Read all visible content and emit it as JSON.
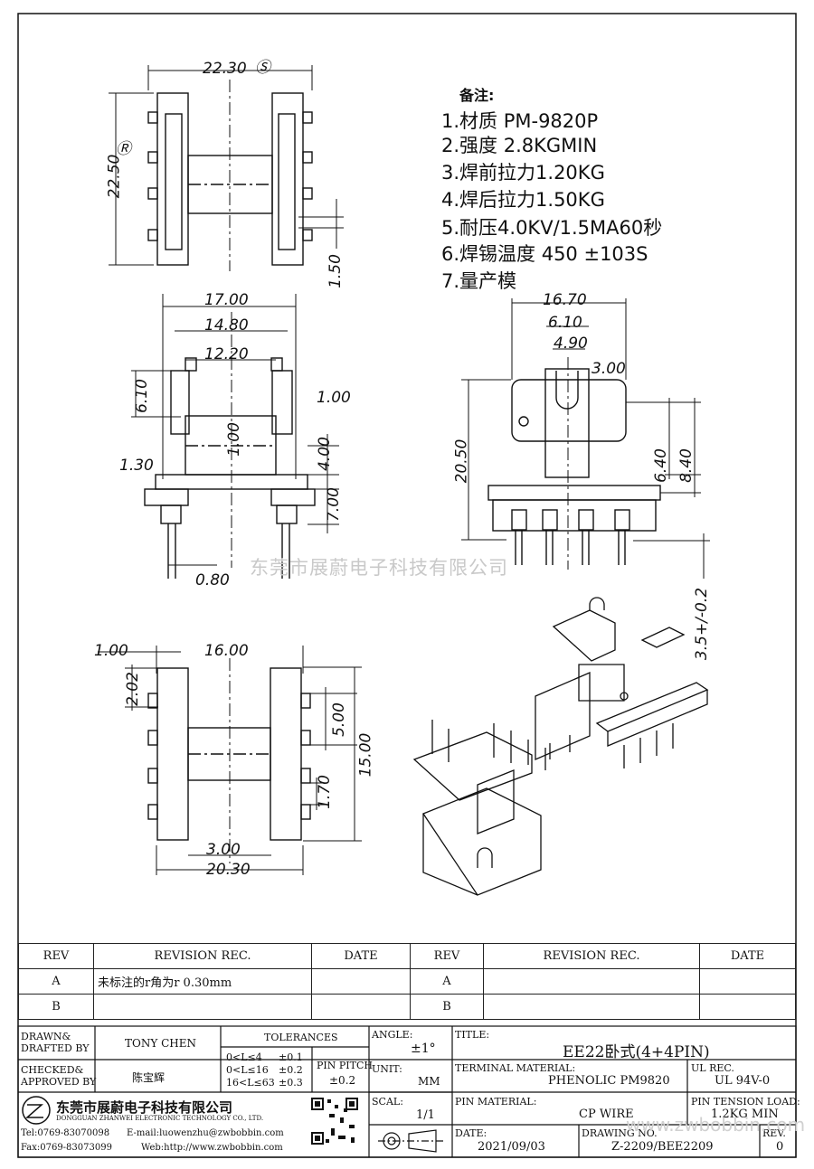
{
  "notes": {
    "heading": "备注:",
    "lines": [
      "1.材质 PM-9820P",
      "2.强度 2.8KGMIN",
      "3.焊前拉力1.20KG",
      "4.焊后拉力1.50KG",
      "5.耐压4.0KV/1.5MA60秒",
      "6.焊锡温度 450 ±103S",
      "7.量产模"
    ]
  },
  "dims": {
    "top_w": "22.30",
    "top_h": "22.50",
    "top_pin": "1.50",
    "f_17": "17.00",
    "f_148": "14.80",
    "f_122": "12.20",
    "f_61": "6.10",
    "f_100a": "1.00",
    "f_100b": "1.00",
    "f_130": "1.30",
    "f_400": "4.00",
    "f_700": "7.00",
    "f_080": "0.80",
    "s_167": "16.70",
    "s_61": "6.10",
    "s_49": "4.90",
    "s_30": "3.00",
    "s_2050": "20.50",
    "s_640": "6.40",
    "s_840": "8.40",
    "s_35": "3.5+/-0.2",
    "b_100": "1.00",
    "b_1600": "16.00",
    "b_202": "2.02",
    "b_500": "5.00",
    "b_1500": "15.00",
    "b_170": "1.70",
    "b_300": "3.00",
    "b_2030": "20.30"
  },
  "watermark": "东莞市展蔚电子科技有限公司",
  "revision": {
    "headers": [
      "REV",
      "REVISION REC.",
      "DATE",
      "REV",
      "REVISION REC.",
      "DATE"
    ],
    "rows": [
      [
        "A",
        "未标注的r角为r 0.30mm",
        "",
        "A",
        "",
        ""
      ],
      [
        "B",
        "",
        "",
        "B",
        "",
        ""
      ]
    ]
  },
  "titleblock": {
    "drawn_label": "DRAWN&\nDRAFTED BY",
    "drawn": "TONY CHEN",
    "checked_label": "CHECKED&\nAPPROVED BY",
    "checked": "陈宝辉",
    "tol_label": "TOLERANCES",
    "tol_1": "0<L≤4",
    "tol_1v": "±0.1",
    "tol_2": "0<L≤16",
    "tol_2v": "±0.2",
    "tol_3": "16<L≤63",
    "tol_3v": "±0.3",
    "pitch_label": "PIN PITCH",
    "pitch": "±0.2",
    "angle_label": "ANGLE:",
    "angle": "±1°",
    "unit_label": "UNIT:",
    "unit": "MM",
    "scale_label": "SCAL:",
    "scale": "1/1",
    "title_label": "TITLE:",
    "title": "EE22卧式(4+4PIN)",
    "term_label": "TERMINAL MATERIAL:",
    "term": "PHENOLIC PM9820",
    "ul_label": "UL REC.",
    "ul": "UL 94V-0",
    "pinmat_label": "PIN MATERIAL:",
    "pinmat": "CP WIRE",
    "tension_label": "PIN TENSION LOAD:",
    "tension": "1.2KG MIN",
    "date_label": "DATE:",
    "date": "2021/09/03",
    "dwg_label": "DRAWING NO.",
    "dwg": "Z-2209/BEE2209",
    "rev_label": "REV.",
    "rev": "0",
    "company_cn": "东莞市展蔚电子科技有限公司",
    "company_en": "DONGGUAN ZHANWEI ELECTRONIC TECHNOLOGY CO., LTD.",
    "tel": "Tel:0769-83070098",
    "email": "E-mail:luowenzhu@zwbobbin.com",
    "fax": "Fax:0769-83073099",
    "web": "Web:http://www.zwbobbin.com",
    "url_wm": "www.zwbobbin.com"
  }
}
